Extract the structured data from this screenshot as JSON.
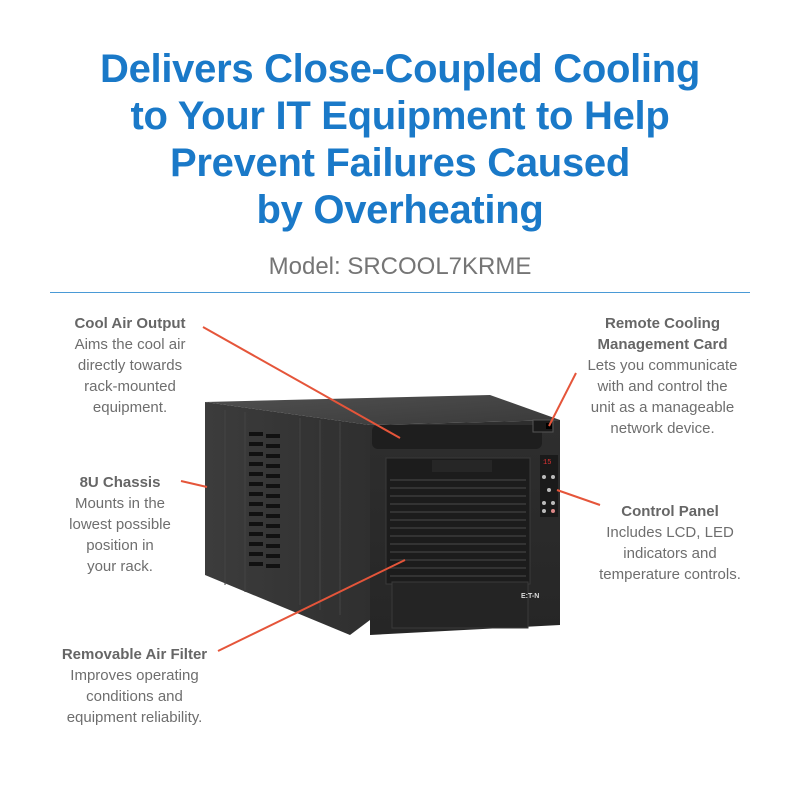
{
  "headline": {
    "lines": [
      "Delivers Close-Coupled Cooling",
      "to Your IT Equipment to Help",
      "Prevent Failures Caused",
      "by Overheating"
    ],
    "color": "#1a79c8"
  },
  "model": "Model: SRCOOL7KRME",
  "callouts": {
    "cool_air_output": {
      "title": "Cool Air Output",
      "lines": [
        "Aims the cool air",
        "directly towards",
        "rack-mounted",
        "equipment."
      ]
    },
    "chassis": {
      "title": "8U Chassis",
      "lines": [
        "Mounts in the",
        "lowest possible",
        "position in",
        "your rack."
      ]
    },
    "air_filter": {
      "title": "Removable Air Filter",
      "lines": [
        "Improves operating",
        "conditions and",
        "equipment reliability."
      ]
    },
    "management_card": {
      "title_lines": [
        "Remote Cooling",
        "Management Card"
      ],
      "lines": [
        "Lets you communicate",
        "with and control the",
        "unit as a manageable",
        "network device."
      ]
    },
    "control_panel": {
      "title": "Control Panel",
      "lines": [
        "Includes LCD, LED",
        "indicators and",
        "temperature controls."
      ]
    }
  },
  "product": {
    "brand_logo": "E:T-N",
    "display_value": "15"
  },
  "colors": {
    "leader_line": "#e5553a",
    "rule": "#4a9ad6",
    "body_text": "#6e6e6e"
  }
}
